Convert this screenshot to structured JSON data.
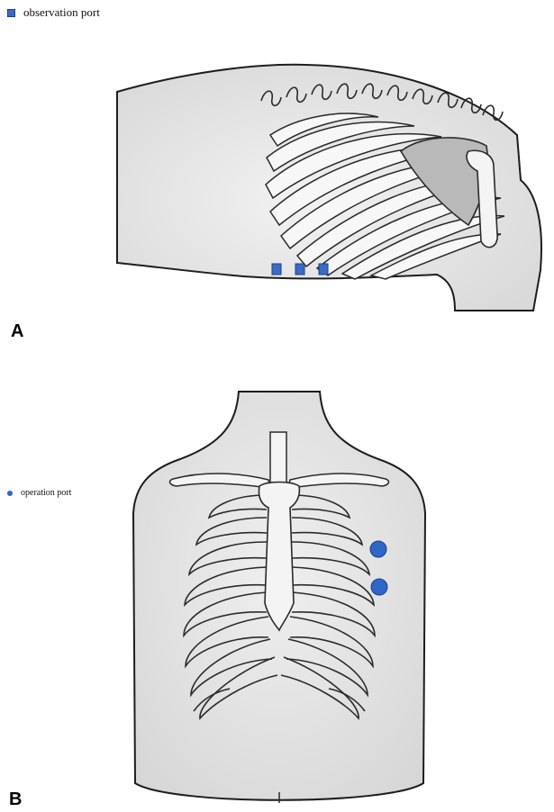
{
  "legend_a": {
    "marker": "square",
    "color": "#3a6bc6",
    "label": "observation port"
  },
  "legend_b": {
    "marker": "circle",
    "color": "#2f66c8",
    "label": "operation port"
  },
  "panels": [
    {
      "label": "A",
      "view": "lateral",
      "ports": [
        {
          "type": "observation"
        },
        {
          "type": "observation"
        },
        {
          "type": "observation"
        }
      ]
    },
    {
      "label": "B",
      "view": "anterior",
      "ports": [
        {
          "type": "operation"
        },
        {
          "type": "operation"
        }
      ]
    }
  ],
  "colors": {
    "skin": "#e6e6e6",
    "skin_outline": "#1d1d1d",
    "bone": "#f4f4f4",
    "bone_outline": "#2a2a2a",
    "scapula": "#b9b9b9",
    "port_blue": "#2f66c8"
  }
}
